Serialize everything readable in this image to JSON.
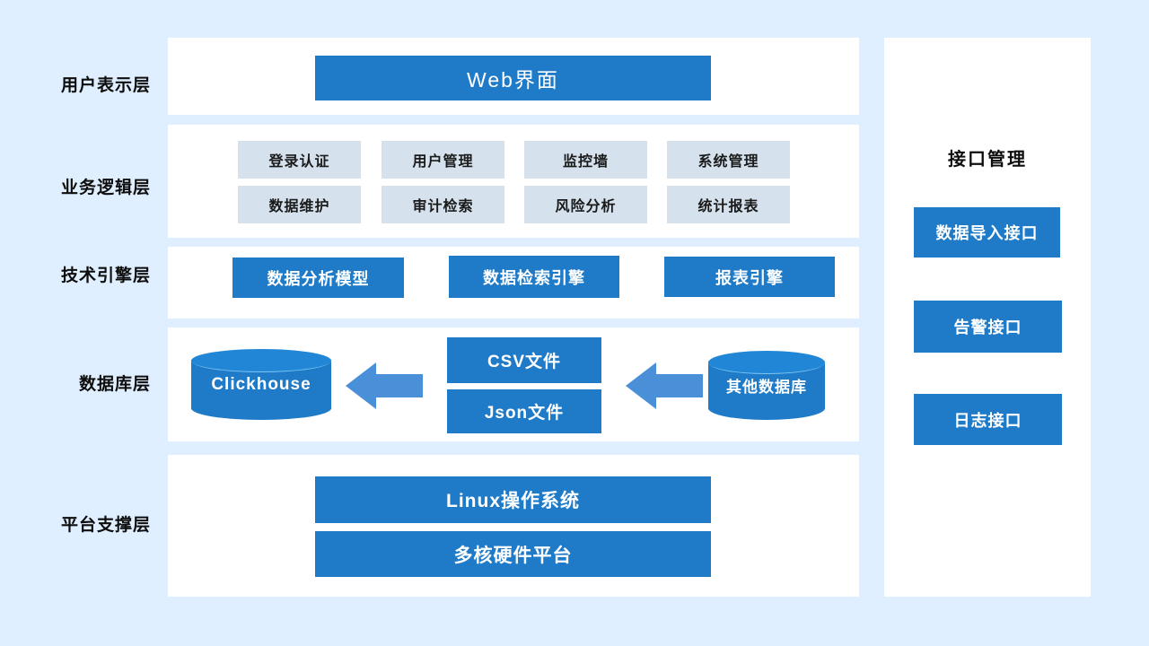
{
  "diagram": {
    "title_layers": [
      {
        "id": "presentation",
        "label": "用户表示层"
      },
      {
        "id": "business",
        "label": "业务逻辑层"
      },
      {
        "id": "engine",
        "label": "技术引擎层"
      },
      {
        "id": "database",
        "label": "数据库层"
      },
      {
        "id": "platform",
        "label": "平台支撑层"
      }
    ],
    "colors": {
      "background": "#e0efff",
      "panel": "#ffffff",
      "accent_blue": "#1f7bc8",
      "arrow_blue": "#4a90d9",
      "module_grey": "#d5e1ed",
      "label_text": "#0d0d0d"
    },
    "presentation_layer": {
      "items": [
        {
          "id": "web-ui",
          "label": "Web界面"
        }
      ]
    },
    "business_layer": {
      "row1": [
        {
          "id": "login-auth",
          "label": "登录认证"
        },
        {
          "id": "user-mgmt",
          "label": "用户管理"
        },
        {
          "id": "monitor-wall",
          "label": "监控墙"
        },
        {
          "id": "system-mgmt",
          "label": "系统管理"
        }
      ],
      "row2": [
        {
          "id": "data-maint",
          "label": "数据维护"
        },
        {
          "id": "audit-search",
          "label": "审计检索"
        },
        {
          "id": "risk-analysis",
          "label": "风险分析"
        },
        {
          "id": "stat-report",
          "label": "统计报表"
        }
      ]
    },
    "engine_layer": {
      "items": [
        {
          "id": "analysis-model",
          "label": "数据分析模型"
        },
        {
          "id": "search-engine",
          "label": "数据检索引擎"
        },
        {
          "id": "report-engine",
          "label": "报表引擎"
        }
      ]
    },
    "database_layer": {
      "target_db": {
        "id": "clickhouse",
        "label": "Clickhouse"
      },
      "files": [
        {
          "id": "csv-file",
          "label": "CSV文件"
        },
        {
          "id": "json-file",
          "label": "Json文件"
        }
      ],
      "source_db": {
        "id": "other-db",
        "label": "其他数据库"
      },
      "arrows": [
        {
          "id": "arrow-files-to-clickhouse",
          "direction": "left"
        },
        {
          "id": "arrow-otherdb-to-files",
          "direction": "left"
        }
      ]
    },
    "platform_layer": {
      "items": [
        {
          "id": "linux-os",
          "label": "Linux操作系统"
        },
        {
          "id": "multicore-hw",
          "label": "多核硬件平台"
        }
      ]
    },
    "sidebar": {
      "title": "接口管理",
      "items": [
        {
          "id": "data-import-api",
          "label": "数据导入接口"
        },
        {
          "id": "alarm-api",
          "label": "告警接口"
        },
        {
          "id": "log-api",
          "label": "日志接口"
        }
      ]
    }
  }
}
